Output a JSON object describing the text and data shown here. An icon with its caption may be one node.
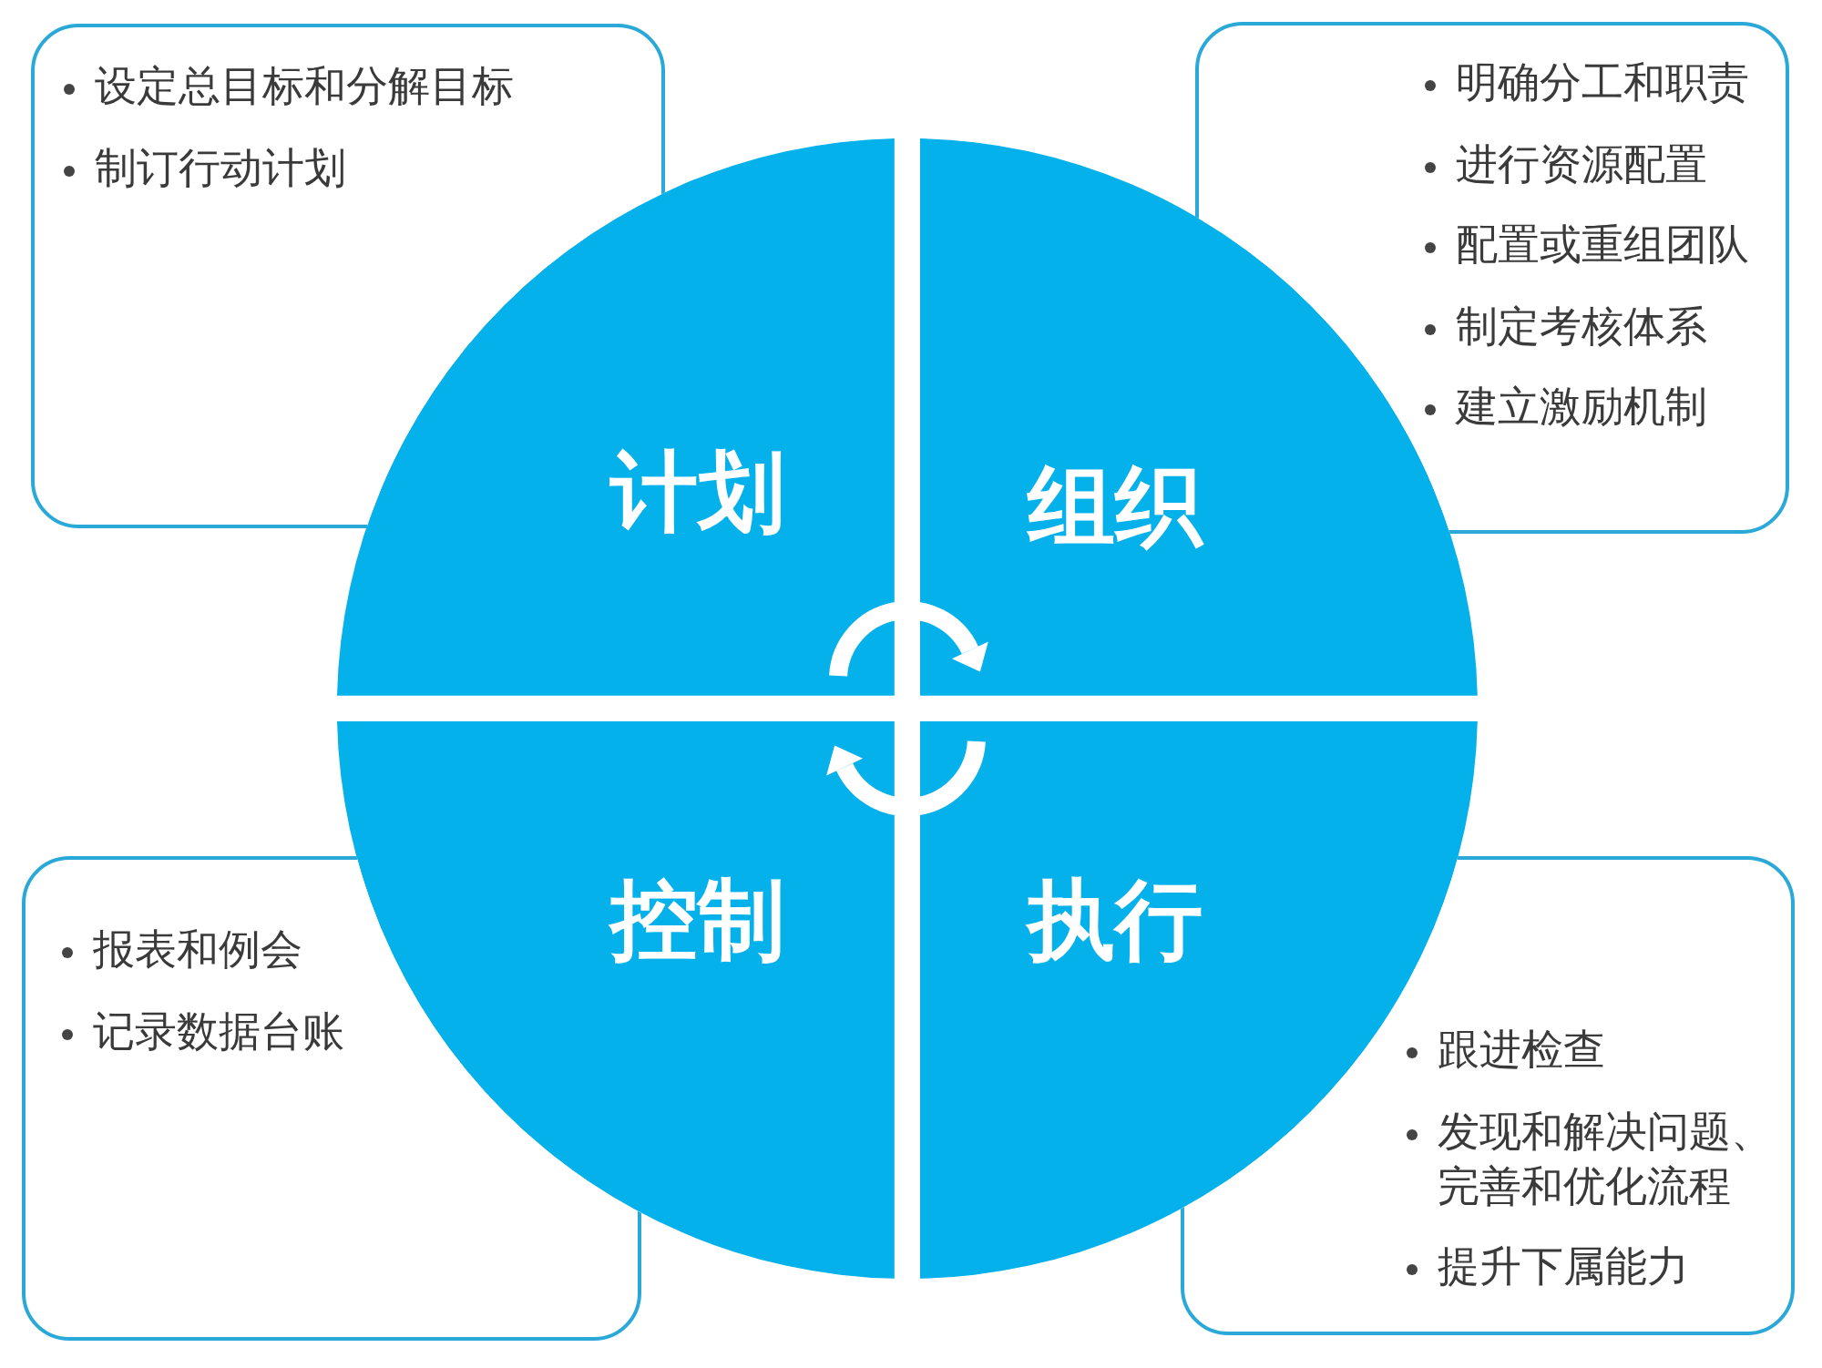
{
  "diagram": {
    "nodes": [
      {
        "text": [
          "设定总目标和分解目标",
          "制订行动计划"
        ]
      },
      {
        "text": [
          "计划"
        ]
      },
      {
        "text": [
          "组织"
        ]
      },
      {
        "text": [
          "明确分工和职责",
          "进行资源配置",
          "配置或重组团队",
          "制定考核体系",
          "建立激励机制"
        ]
      },
      {
        "text": [
          "报表和例会",
          "记录数据台账"
        ]
      },
      {
        "text": [
          "控制"
        ]
      },
      {
        "text": [
          "执行"
        ]
      },
      {
        "text": [
          "跟进检查",
          "发现和解决问题、完善和优化流程",
          "提升下属能力"
        ]
      }
    ],
    "edges": [
      {
        "from": 1,
        "to": 2,
        "arrow": "to"
      },
      {
        "from": 6,
        "to": 5,
        "arrow": "to"
      }
    ]
  }
}
